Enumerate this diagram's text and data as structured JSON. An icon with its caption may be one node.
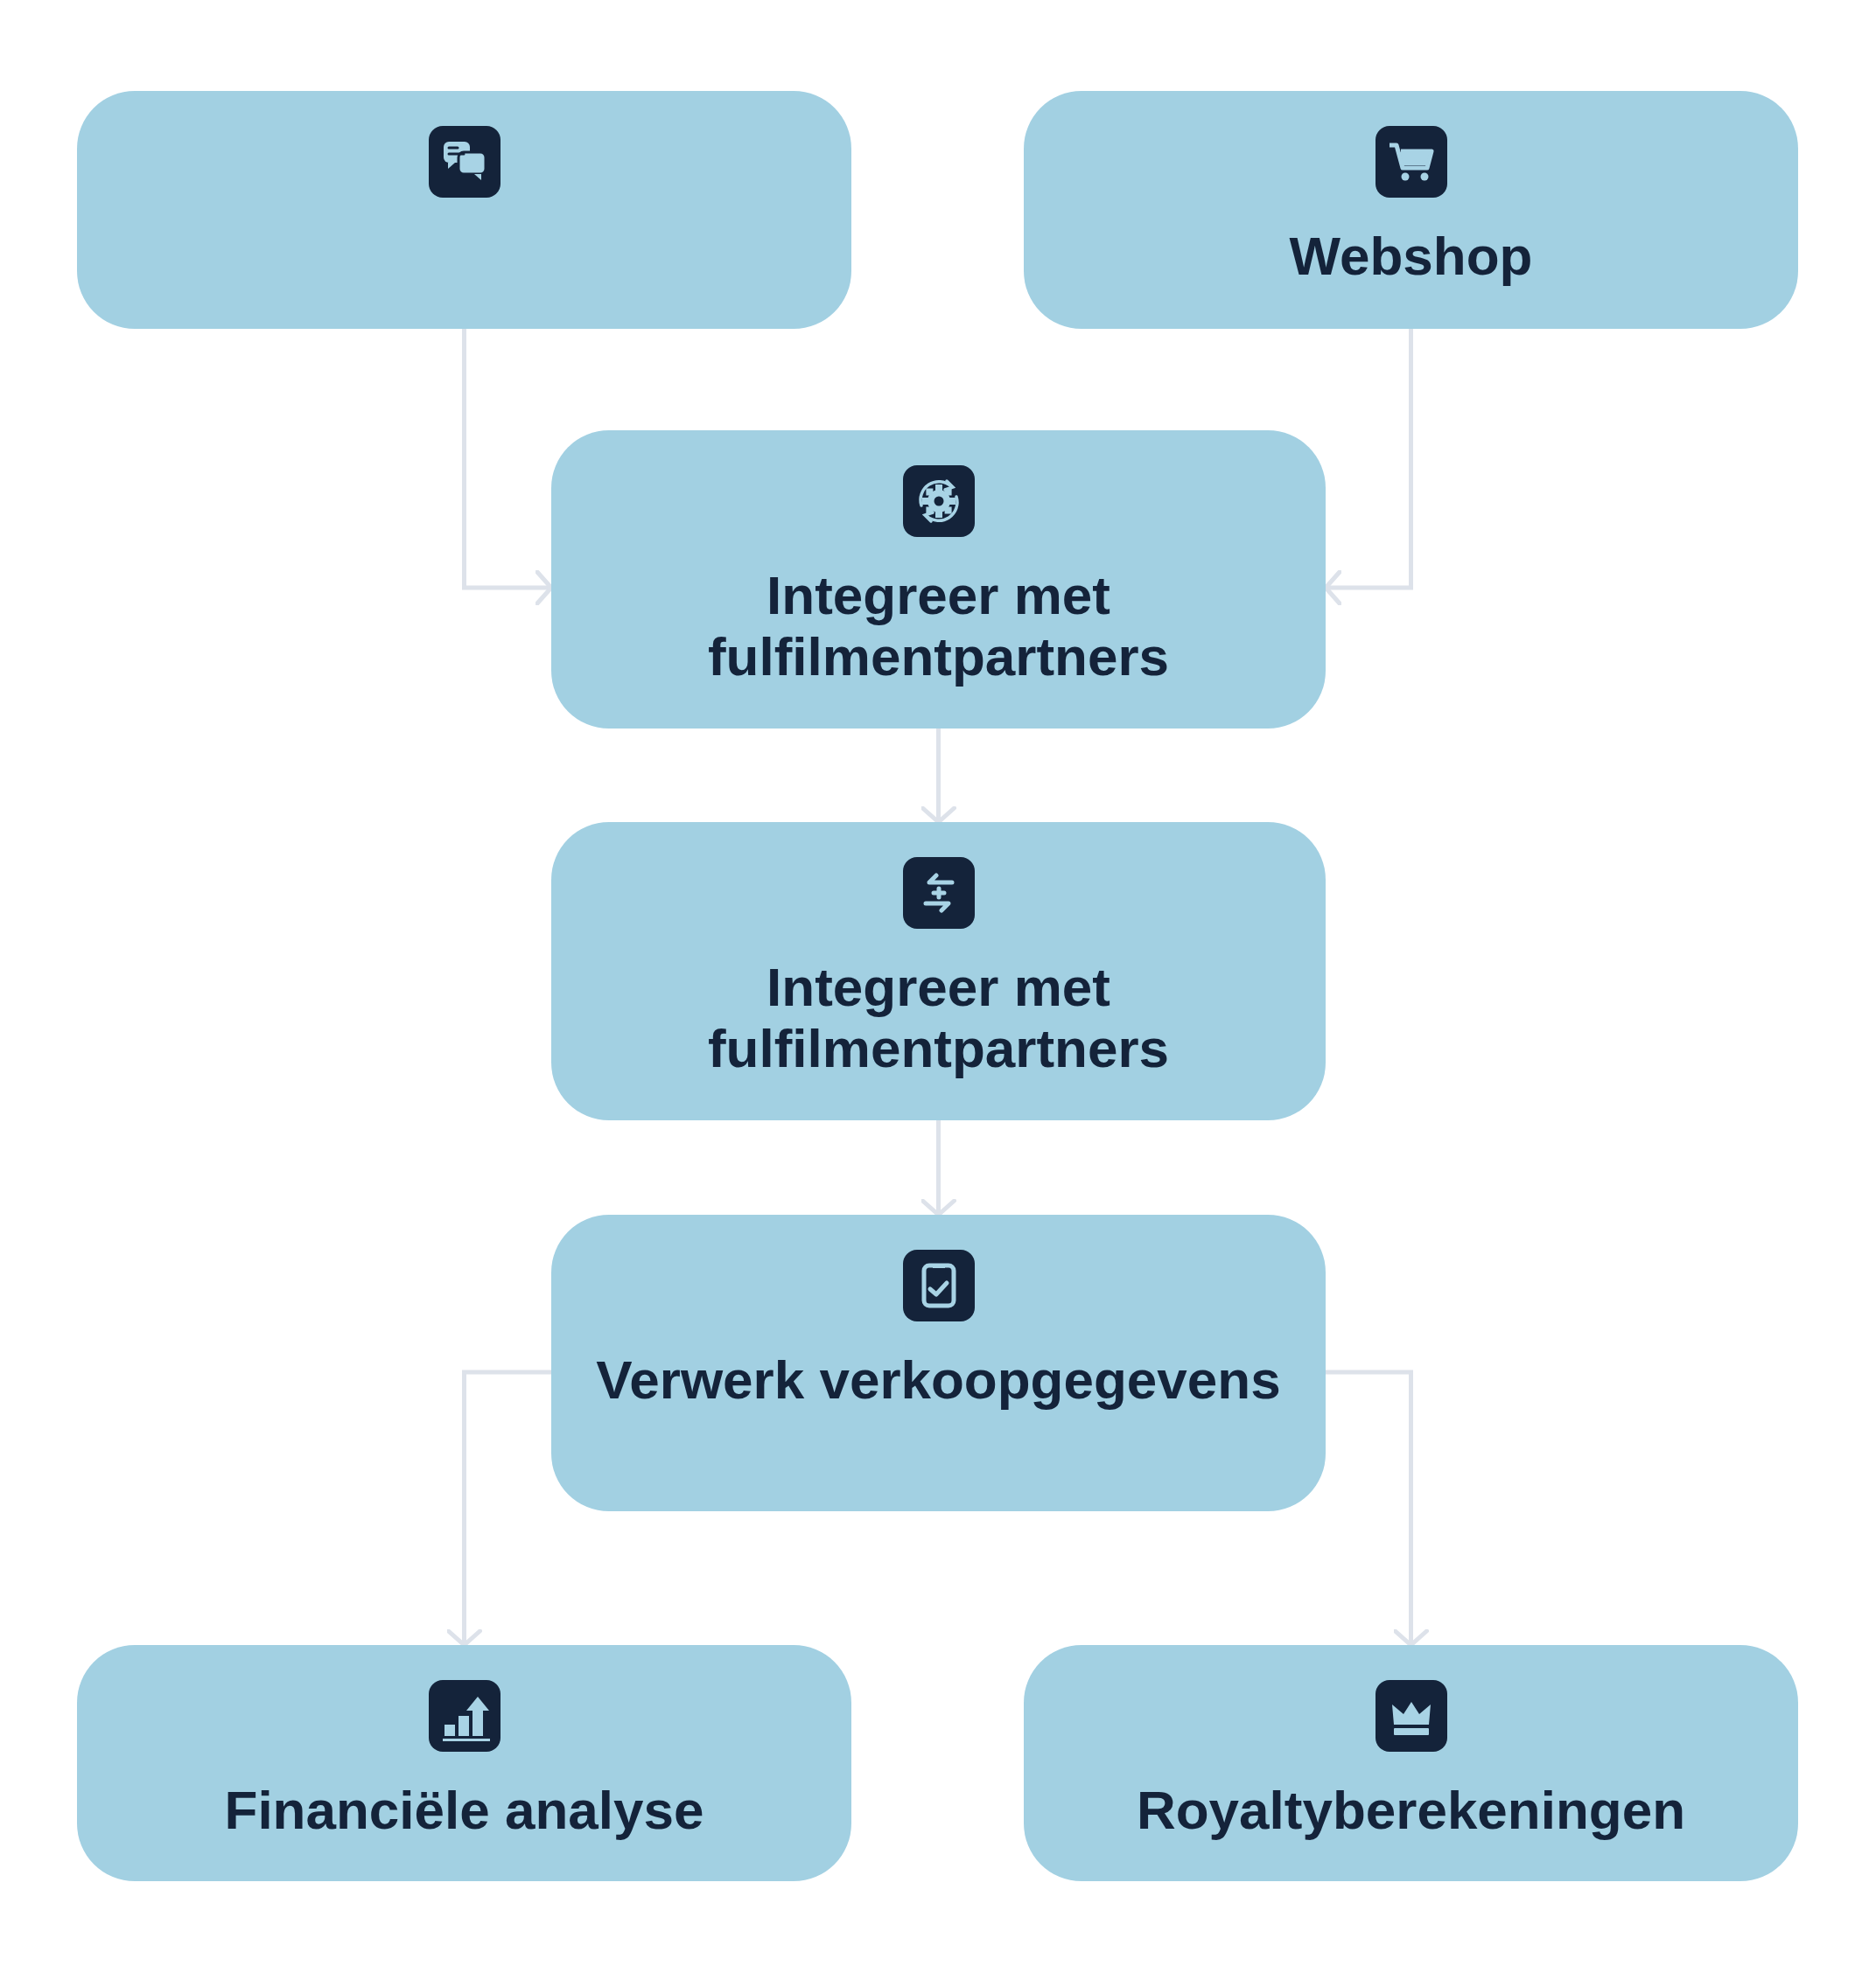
{
  "diagram": {
    "nodes": [
      {
        "text": [],
        "shape": "box"
      },
      {
        "text": [
          "Webshop"
        ]
      },
      {
        "text": [
          "Integreer met fulfilmentpartners"
        ]
      },
      {
        "text": [
          "Integreer met fulfilmentpartners"
        ]
      },
      {
        "text": [
          "Verwerk verkoopgegevens"
        ]
      },
      {
        "text": [
          "Financiële analyse"
        ]
      },
      {
        "text": [
          "Royaltyberekeningen"
        ]
      }
    ],
    "edges": [
      {
        "from": 0,
        "to": 2,
        "arrow": "to"
      },
      {
        "from": 1,
        "to": 2,
        "arrow": "to"
      },
      {
        "from": 2,
        "to": 3,
        "arrow": "to"
      },
      {
        "from": 3,
        "to": 4,
        "arrow": "to"
      },
      {
        "from": 4,
        "to": 5,
        "arrow": "to"
      },
      {
        "from": 4,
        "to": 6,
        "arrow": "to"
      }
    ]
  }
}
